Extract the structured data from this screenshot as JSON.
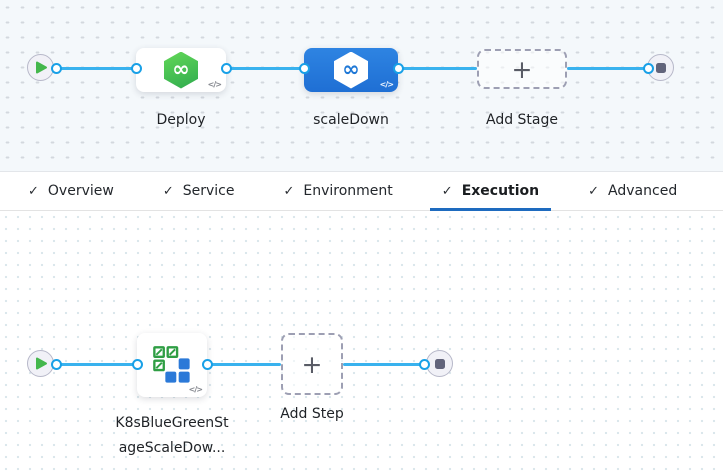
{
  "icons": {
    "check": "✓",
    "plus": "+",
    "code": "</>",
    "infinity": "∞"
  },
  "stage_pipeline": {
    "stages": [
      {
        "name": "Deploy"
      },
      {
        "name": "scaleDown"
      }
    ],
    "add_stage": "Add Stage"
  },
  "tabs": {
    "active": "Execution",
    "items": [
      {
        "label": "Overview"
      },
      {
        "label": "Service"
      },
      {
        "label": "Environment"
      },
      {
        "label": "Execution"
      },
      {
        "label": "Advanced"
      }
    ]
  },
  "execution_graph": {
    "step_name_line1": "K8sBlueGreenSt",
    "step_name_line2": "ageScaleDow...",
    "add_step": "Add Step"
  },
  "colors": {
    "connector_line": "#39b2ee",
    "connector_dot_ring": "#18a0e7",
    "selected_stage_blue": "#2379dc",
    "cd_hexagon_green": "#3fbf4d",
    "k8s_icon_green": "#2f9e44",
    "k8s_icon_blue": "#2b79d8",
    "active_tab_underline": "#1e6bbf",
    "stage_canvas_bg": "#f4f8fb",
    "step_canvas_bg": "#ffffff"
  }
}
